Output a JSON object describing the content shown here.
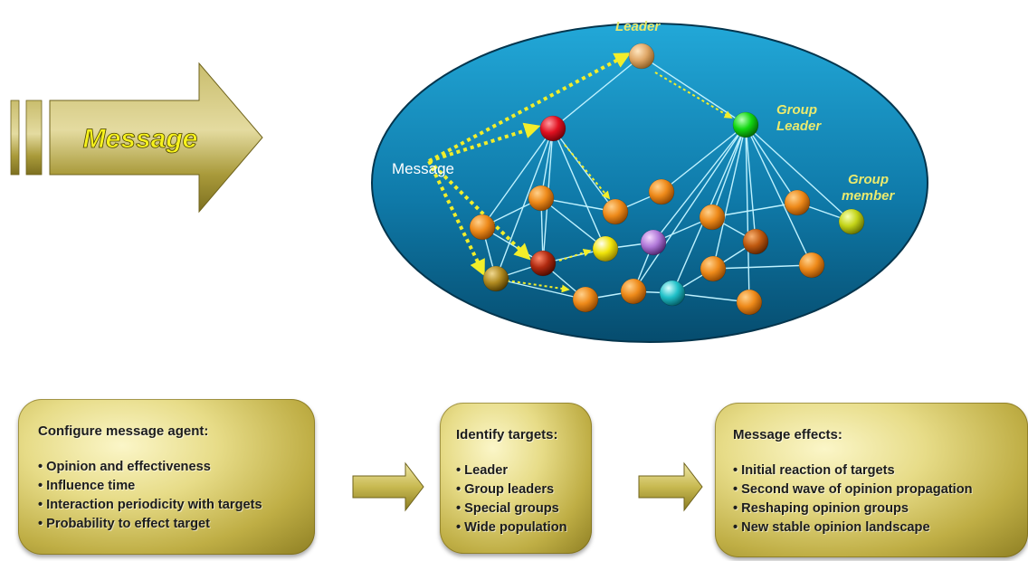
{
  "message_arrow": {
    "label": "Message"
  },
  "network": {
    "message_label": "Message",
    "leader_label": "Leader",
    "group_leader_label": "Group Leader",
    "group_member_label": "Group member",
    "colors": {
      "ellipse_top": "#1fa6d6",
      "ellipse_bottom": "#075276",
      "edge": "#bff2ff",
      "dotted_arrow": "#f2ee2a",
      "label_yellow": "#eaea6e"
    }
  },
  "boxes": {
    "configure": {
      "title": "Configure message agent:",
      "items": [
        "Opinion and effectiveness",
        "Influence time",
        "Interaction periodicity with targets",
        "Probability to effect target"
      ]
    },
    "targets": {
      "title": "Identify targets:",
      "items": [
        "Leader",
        "Group leaders",
        "Special groups",
        "Wide population"
      ]
    },
    "effects": {
      "title": "Message effects:",
      "items": [
        "Initial reaction of targets",
        "Second wave of opinion propagation",
        "Reshaping opinion groups",
        "New stable opinion landscape"
      ]
    }
  }
}
